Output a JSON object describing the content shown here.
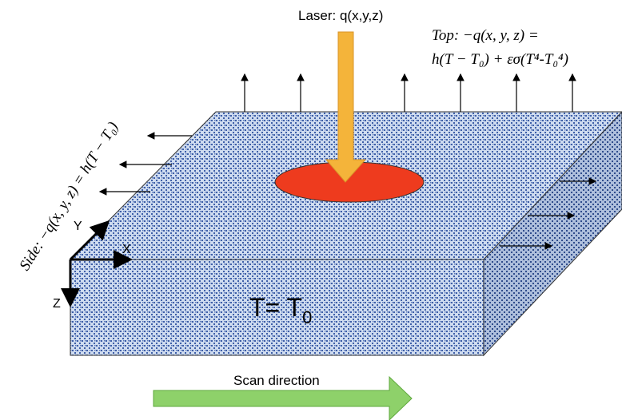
{
  "laser": {
    "label": "Laser: q(x,y,z)",
    "arrow_color": "#F4B43A",
    "arrow_stroke": "#D9952A"
  },
  "spot": {
    "color": "#EE3B1E"
  },
  "top_bc": {
    "line1": "Top: −q(x, y, z) =",
    "line2": "h(T − T₀) + εσ(T⁴-T₀⁴)"
  },
  "side_bc": {
    "label": "Side: −q(x, y, z) = h(T − T₀)"
  },
  "bottom_bc": {
    "label": "T= T",
    "subscript": "0"
  },
  "axes": {
    "x": "X",
    "y": "Y",
    "z": "Z"
  },
  "scan": {
    "label": "Scan direction",
    "arrow_color": "#8ED16A",
    "arrow_stroke": "#5FA83E"
  },
  "block": {
    "fill": "#C9D7EE",
    "dot_color": "#3E5FA8",
    "edge_color": "#333333"
  }
}
